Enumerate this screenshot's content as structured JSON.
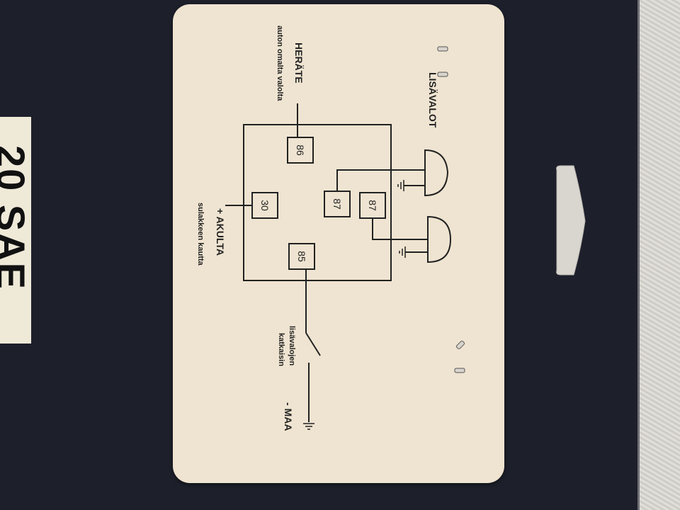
{
  "side_label": {
    "text": "20 SAE"
  },
  "diagram": {
    "lights_label": "LISÄVALOT",
    "trigger_label": "HERÄTE",
    "trigger_sub": "auton omalta valolta",
    "battery_label": "+ AKULTA",
    "battery_sub": "sulakkeen kautta",
    "switch_label_1": "lisävalojen",
    "switch_label_2": "katkaisin",
    "ground_label": "- MAA",
    "pins": {
      "p86": "86",
      "p30": "30",
      "p87a": "87",
      "p87b": "87",
      "p85": "85"
    }
  }
}
